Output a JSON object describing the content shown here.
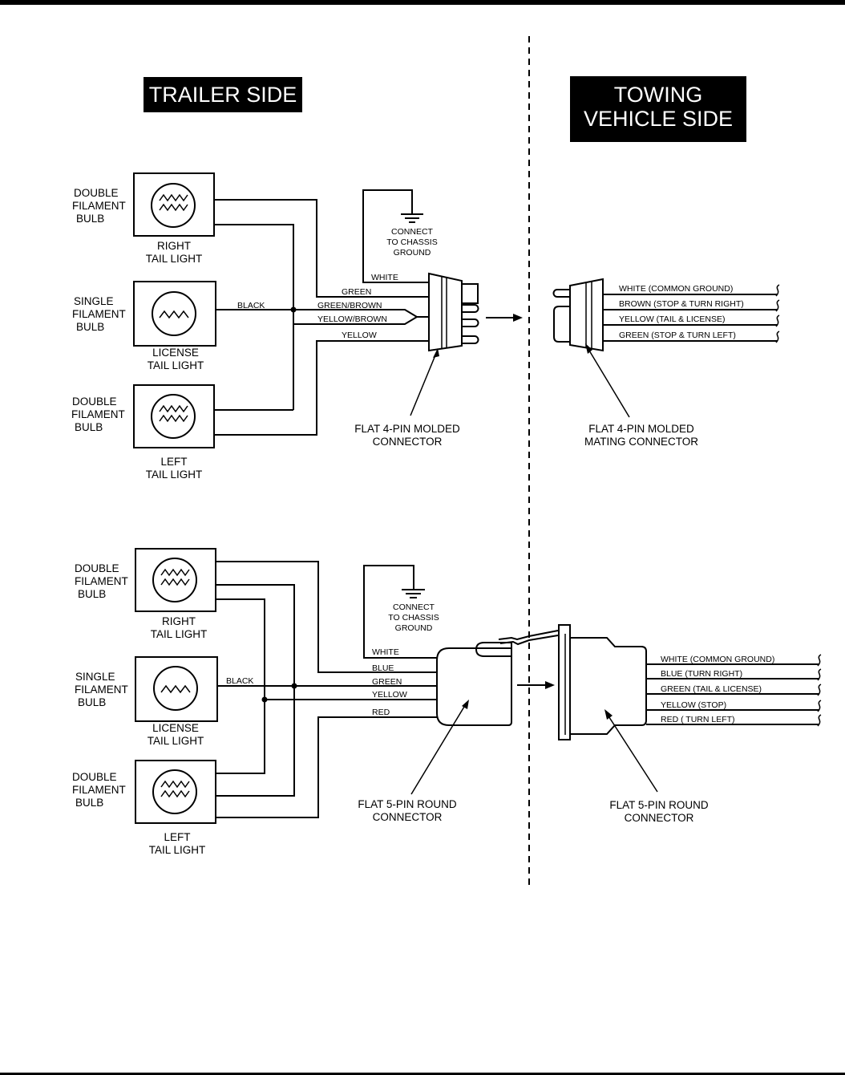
{
  "headers": {
    "trailer_side": "TRAILER SIDE",
    "towing_side_line1": "TOWING",
    "towing_side_line2": "VEHICLE SIDE"
  },
  "diagram_4pin": {
    "bulbs": [
      {
        "type_lines": [
          "DOUBLE",
          "FILAMENT",
          "BULB"
        ],
        "name_lines": [
          "RIGHT",
          "TAIL LIGHT"
        ],
        "filament": "double"
      },
      {
        "type_lines": [
          "SINGLE",
          "FILAMENT",
          "BULB"
        ],
        "name_lines": [
          "LICENSE",
          "TAIL LIGHT"
        ],
        "filament": "single"
      },
      {
        "type_lines": [
          "DOUBLE",
          "FILAMENT",
          "BULB"
        ],
        "name_lines": [
          "LEFT",
          "TAIL LIGHT"
        ],
        "filament": "double"
      }
    ],
    "ground_label": [
      "CONNECT",
      "TO CHASSIS",
      "GROUND"
    ],
    "trailer_wires": [
      "WHITE",
      "GREEN",
      "GREEN/BROWN",
      "YELLOW/BROWN",
      "YELLOW"
    ],
    "black_wire": "BLACK",
    "vehicle_wires": [
      "WHITE (COMMON GROUND)",
      "BROWN (STOP & TURN RIGHT)",
      "YELLOW (TAIL & LICENSE)",
      "GREEN (STOP & TURN LEFT)"
    ],
    "trailer_connector_label": [
      "FLAT 4-PIN MOLDED",
      "CONNECTOR"
    ],
    "vehicle_connector_label": [
      "FLAT 4-PIN MOLDED",
      "MATING CONNECTOR"
    ]
  },
  "diagram_5pin": {
    "bulbs": [
      {
        "type_lines": [
          "DOUBLE",
          "FILAMENT",
          "BULB"
        ],
        "name_lines": [
          "RIGHT",
          "TAIL LIGHT"
        ],
        "filament": "double"
      },
      {
        "type_lines": [
          "SINGLE",
          "FILAMENT",
          "BULB"
        ],
        "name_lines": [
          "LICENSE",
          "TAIL LIGHT"
        ],
        "filament": "single"
      },
      {
        "type_lines": [
          "DOUBLE",
          "FILAMENT",
          "BULB"
        ],
        "name_lines": [
          "LEFT",
          "TAIL LIGHT"
        ],
        "filament": "double"
      }
    ],
    "ground_label": [
      "CONNECT",
      "TO CHASSIS",
      "GROUND"
    ],
    "trailer_wires": [
      "WHITE",
      "BLUE",
      "GREEN",
      "YELLOW",
      "RED"
    ],
    "black_wire": "BLACK",
    "vehicle_wires": [
      "WHITE (COMMON GROUND)",
      "BLUE (TURN RIGHT)",
      "GREEN (TAIL & LICENSE)",
      "YELLOW (STOP)",
      "RED ( TURN LEFT)"
    ],
    "trailer_connector_label": [
      "FLAT 5-PIN ROUND",
      "CONNECTOR"
    ],
    "vehicle_connector_label": [
      "FLAT 5-PIN ROUND",
      "CONNECTOR"
    ]
  }
}
